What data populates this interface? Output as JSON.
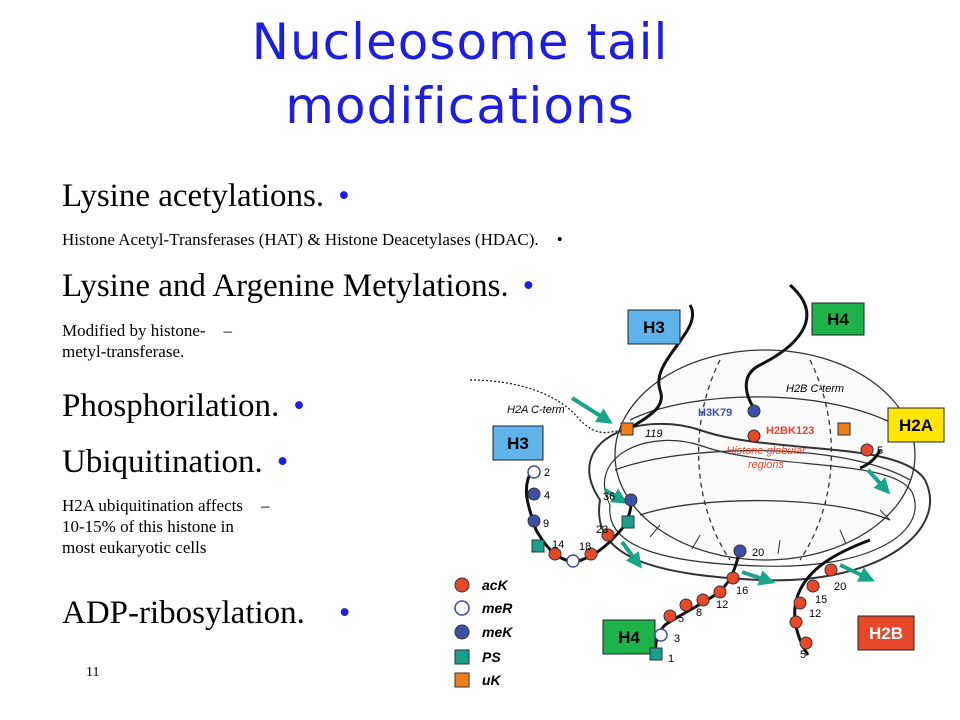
{
  "title": {
    "line1": "Nucleosome tail",
    "line2": "modifications"
  },
  "bullets": {
    "b1": "Lysine acetylations.",
    "b1_sub": "Histone Acetyl-Transferases (HAT) & Histone Deacetylases (HDAC).",
    "b2": "Lysine and Argenine Metylations.",
    "b2_sub_l1": "Modified by histone-",
    "b2_sub_l2": "metyl-transferase.",
    "b3": "Phosphorilation.",
    "b4": "Ubiquitination.",
    "b4_sub_l1": "H2A ubiquitination affects",
    "b4_sub_l2": "10-15% of this histone in",
    "b4_sub_l3": "most eukaryotic cells",
    "b5": "ADP-ribosylation.",
    "bullet_glyph": "•",
    "dash_glyph": "–"
  },
  "page_number": "11",
  "figure": {
    "histone_boxes": {
      "h3_top": "H3",
      "h4_top": "H4",
      "h2a_right": "H2A",
      "h3_left": "H3",
      "h4_bottom": "H4",
      "h2b_bottom": "H2B"
    },
    "annotations": {
      "h2a_c_term": "H2A C-term",
      "h2b_c_term": "H2B C-term",
      "h3k79": "H3K79",
      "h2bk123": "H2BK123",
      "globular_l1": "Histone globular",
      "globular_l2": "regions",
      "n119": "119"
    },
    "residue_numbers": {
      "h3": [
        "2",
        "4",
        "9",
        "14",
        "18",
        "23",
        "36"
      ],
      "h4": [
        "20",
        "16",
        "12",
        "8",
        "5",
        "3",
        "1"
      ],
      "h2b": [
        "20",
        "15",
        "12",
        "5"
      ],
      "h2a": [
        "5"
      ]
    },
    "legend": [
      {
        "label": "acK",
        "color": "#e8482a"
      },
      {
        "label": "meR",
        "color": "#ffffff"
      },
      {
        "label": "meK",
        "color": "#3d4fa6"
      },
      {
        "label": "PS",
        "color": "#17a18a"
      },
      {
        "label": "uK",
        "color": "#f07d1c"
      }
    ],
    "colors": {
      "h3": "#5fb3ea",
      "h4": "#1db34a",
      "h2a": "#ffe600",
      "h2b": "#e8482a",
      "acK": "#e8482a",
      "meK": "#3d4fa6",
      "ps": "#17a18a",
      "uK": "#f07d1c",
      "arrow": "#1aa58a",
      "title": "#1d1ee0"
    }
  }
}
